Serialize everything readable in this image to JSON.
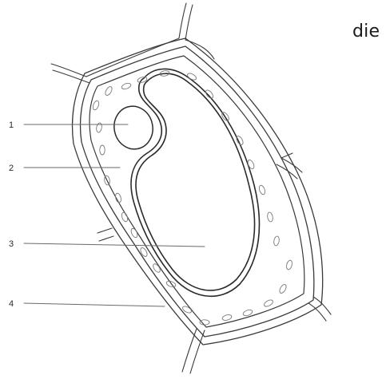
{
  "caption": "die",
  "labels": [
    {
      "id": 1,
      "text": "1"
    },
    {
      "id": 2,
      "text": "2"
    },
    {
      "id": 3,
      "text": "3"
    },
    {
      "id": 4,
      "text": "4"
    }
  ]
}
